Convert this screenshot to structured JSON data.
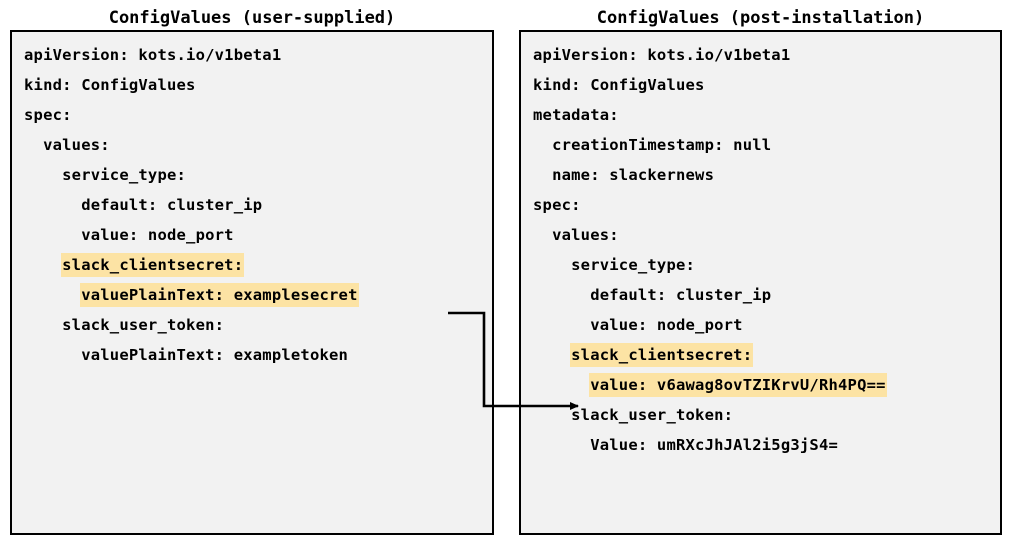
{
  "figure": {
    "title": "ConfigValues user-supplied vs post-installation comparison",
    "highlight_color": "#fce3a4",
    "panel_background": "#f2f2f2",
    "border_color": "#000000",
    "text_color": "#000000"
  },
  "left_panel": {
    "title": "ConfigValues (user-supplied)",
    "lines": [
      {
        "text": "apiVersion: kots.io/v1beta1",
        "highlight": false
      },
      {
        "text": "kind: ConfigValues",
        "highlight": false
      },
      {
        "text": "spec:",
        "highlight": false
      },
      {
        "text": "  values:",
        "highlight": false
      },
      {
        "text": "    service_type:",
        "highlight": false
      },
      {
        "text": "      default: cluster_ip",
        "highlight": false
      },
      {
        "text": "      value: node_port",
        "highlight": false
      },
      {
        "text": "    slack_clientsecret:",
        "highlight": true
      },
      {
        "text": "      valuePlainText: examplesecret",
        "highlight": true
      },
      {
        "text": "    slack_user_token:",
        "highlight": false
      },
      {
        "text": "      valuePlainText: exampletoken",
        "highlight": false
      }
    ]
  },
  "right_panel": {
    "title": "ConfigValues (post-installation)",
    "lines": [
      {
        "text": "apiVersion: kots.io/v1beta1",
        "highlight": false
      },
      {
        "text": "kind: ConfigValues",
        "highlight": false
      },
      {
        "text": "metadata:",
        "highlight": false
      },
      {
        "text": "  creationTimestamp: null",
        "highlight": false
      },
      {
        "text": "  name: slackernews",
        "highlight": false
      },
      {
        "text": "spec:",
        "highlight": false
      },
      {
        "text": "  values:",
        "highlight": false
      },
      {
        "text": "    service_type:",
        "highlight": false
      },
      {
        "text": "      default: cluster_ip",
        "highlight": false
      },
      {
        "text": "      value: node_port",
        "highlight": false
      },
      {
        "text": "    slack_clientsecret:",
        "highlight": true
      },
      {
        "text": "      value: v6awag8ovTZIKrvU/Rh4PQ==",
        "highlight": true
      },
      {
        "text": "    slack_user_token:",
        "highlight": false
      },
      {
        "text": "      Value: umRXcJhJAl2i5g3jS4=",
        "highlight": false
      }
    ]
  },
  "connector": {
    "label": "maps-to-arrow",
    "from": "valuePlainText: examplesecret",
    "to": "value: v6awag8ovTZIKrvU/Rh4PQ==",
    "color": "#000000"
  }
}
